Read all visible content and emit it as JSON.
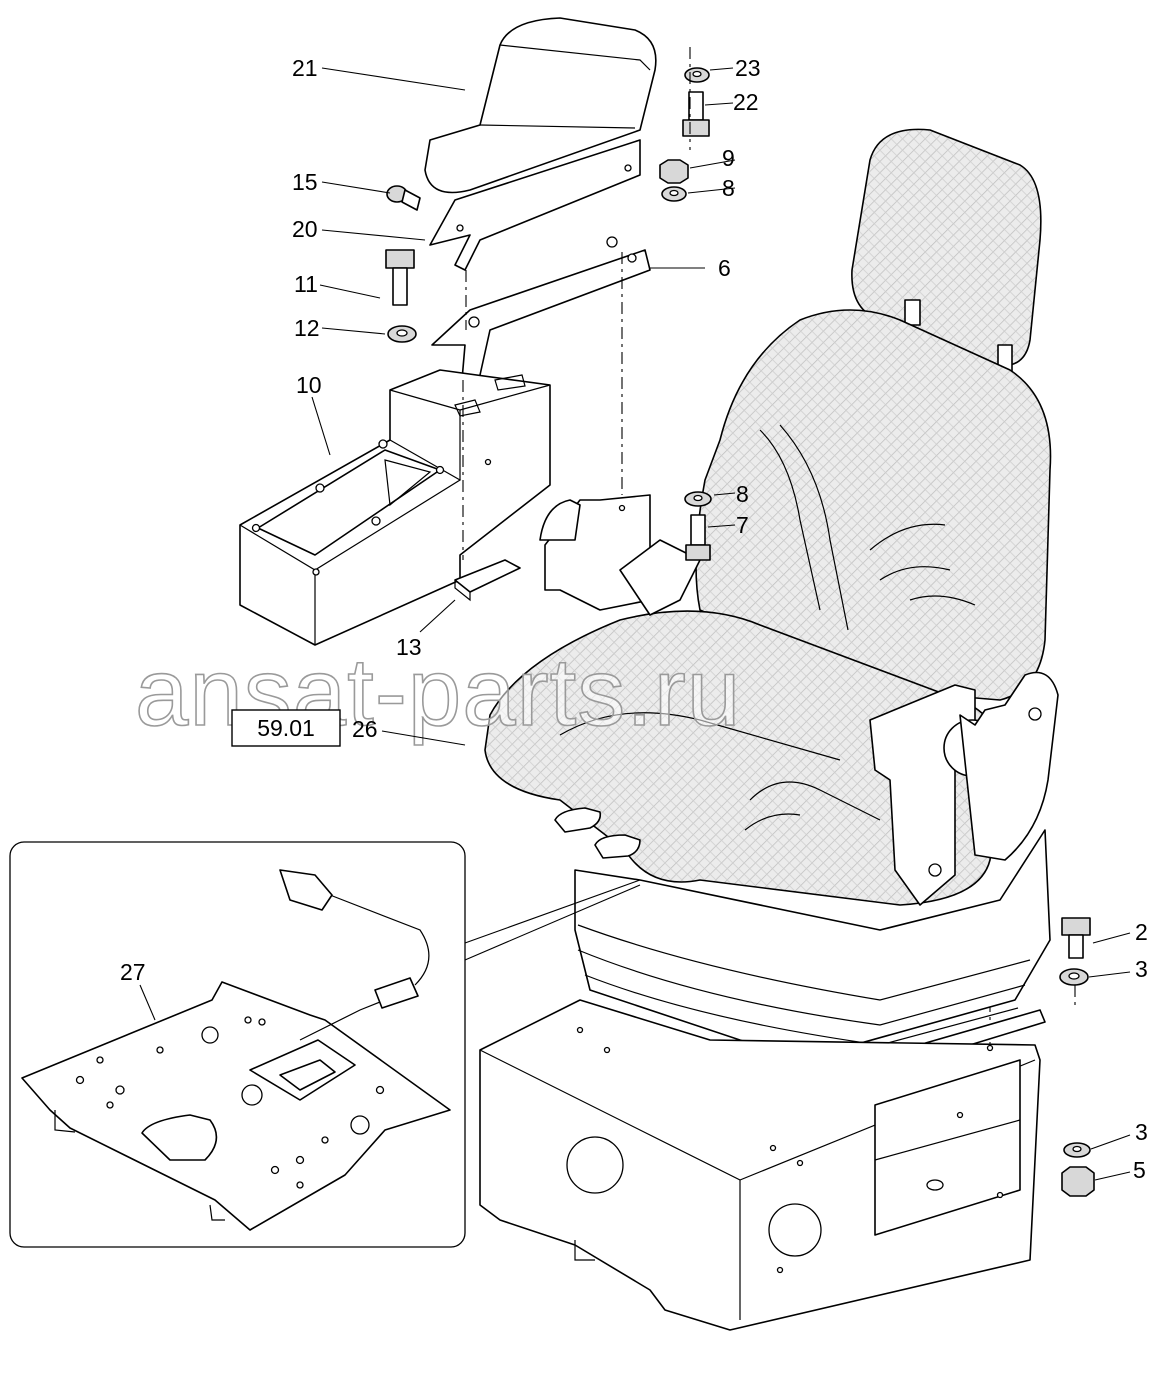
{
  "reference_box": "59.01",
  "watermark": "ansat-parts.ru",
  "callouts": {
    "c21": "21",
    "c23": "23",
    "c22": "22",
    "c9": "9",
    "c8a": "8",
    "c15": "15",
    "c20": "20",
    "c6": "6",
    "c11": "11",
    "c12": "12",
    "c10": "10",
    "c8b": "8",
    "c7": "7",
    "c13": "13",
    "c26": "26",
    "c27": "27",
    "c2": "2",
    "c3a": "3",
    "c3b": "3",
    "c5": "5"
  }
}
